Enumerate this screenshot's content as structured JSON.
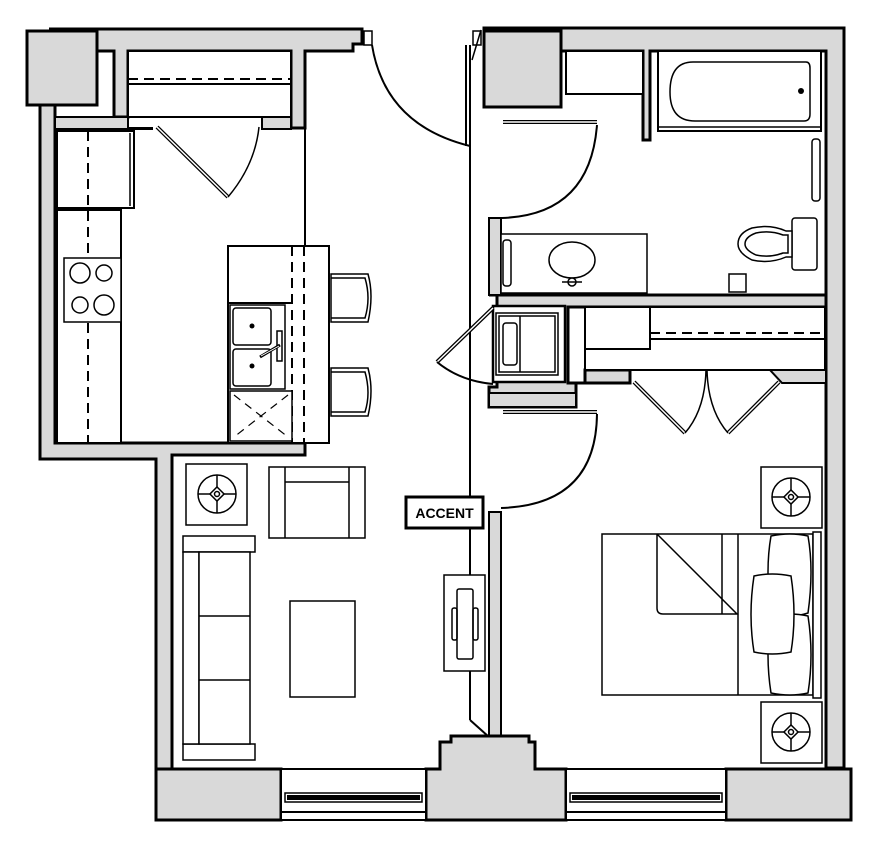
{
  "diagram": {
    "type": "floor-plan",
    "unit": "1 bedroom apartment",
    "wall_fill_color": "#d9d9d9",
    "line_color": "#000000",
    "background_color": "#ffffff",
    "labels": {
      "accent_wall": "ACCENT"
    },
    "rooms": [
      {
        "name": "kitchen",
        "fixtures": [
          "refrigerator",
          "range-4-burner",
          "double-sink",
          "dishwasher",
          "island-counter",
          "bar-stool",
          "bar-stool",
          "pantry-closet"
        ]
      },
      {
        "name": "living-room",
        "fixtures": [
          "end-table-lamp",
          "armchair",
          "sofa-3-seat",
          "coffee-table",
          "media-console",
          "window"
        ]
      },
      {
        "name": "bathroom",
        "fixtures": [
          "bathtub",
          "toilet",
          "vanity-sink",
          "towel-bar",
          "towel-bar",
          "linen-storage"
        ]
      },
      {
        "name": "laundry",
        "fixtures": [
          "stacked-washer-dryer"
        ]
      },
      {
        "name": "bedroom",
        "fixtures": [
          "queen-bed",
          "pillow",
          "pillow",
          "pillow",
          "nightstand-lamp",
          "nightstand-lamp",
          "closet-bifold",
          "window"
        ]
      },
      {
        "name": "entry",
        "fixtures": [
          "entry-door"
        ]
      }
    ]
  }
}
